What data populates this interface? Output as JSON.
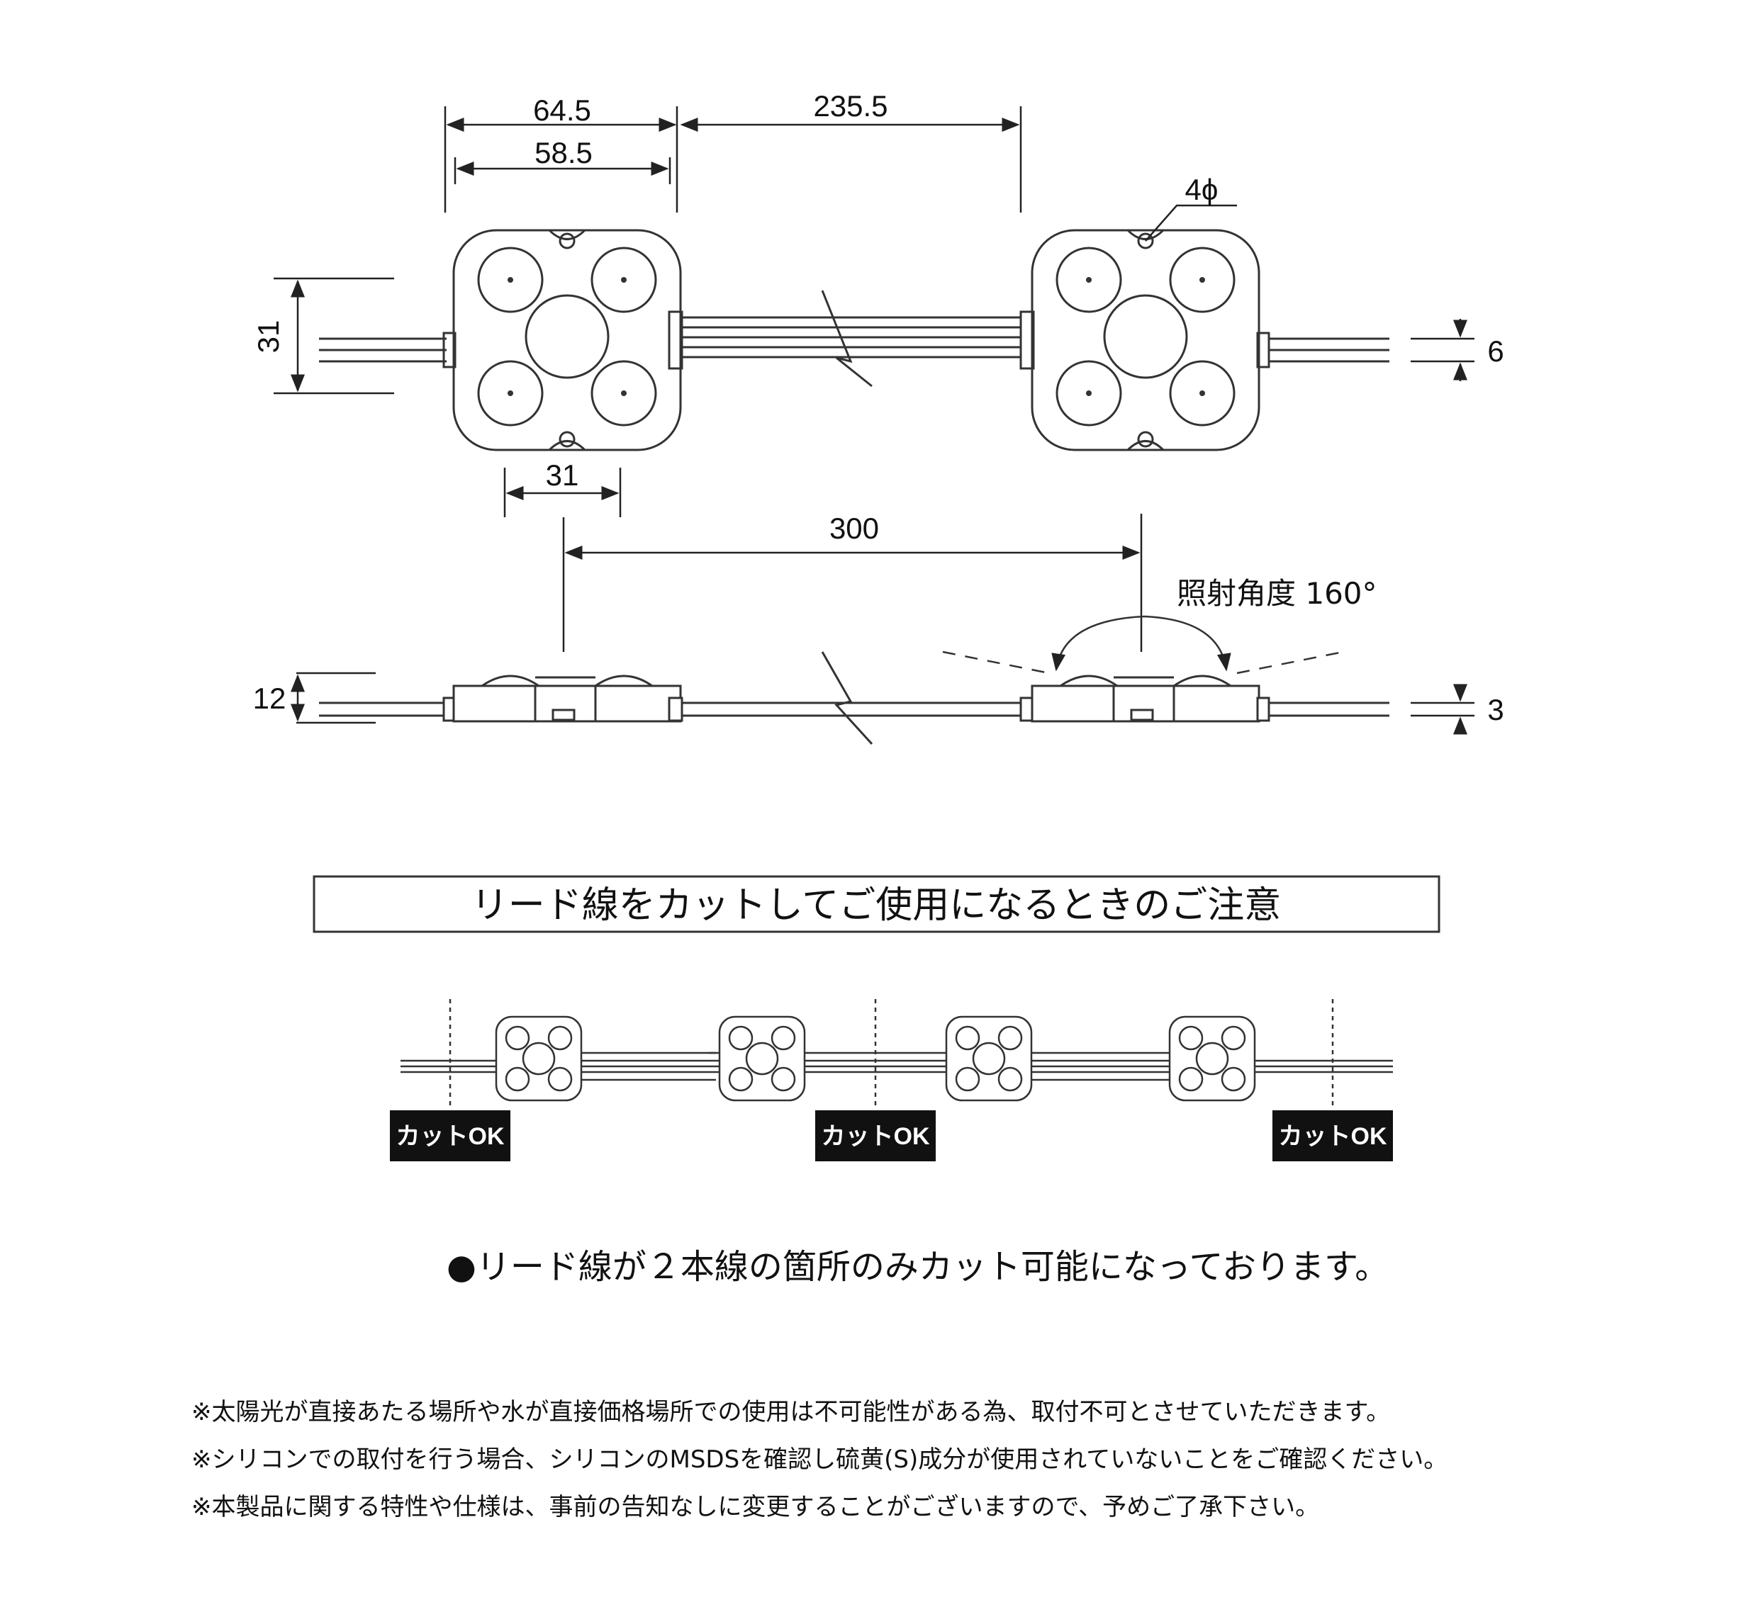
{
  "dimensions": {
    "module_width": "64.5",
    "body_width": "58.5",
    "pitch_upper": "235.5",
    "hole_dia": "4ϕ",
    "height_left": "31",
    "lens_spacing": "31",
    "wire_thickness": "6",
    "pitch": "300",
    "beam_angle": "照射角度 160°",
    "profile_height": "12",
    "cable_thickness": "3"
  },
  "caution": {
    "heading": "リード線をカットしてご使用になるときのご注意",
    "cut_label": "カットOK",
    "note": "●リード線が２本線の箇所のみカット可能になっております。"
  },
  "notes": [
    "※太陽光が直接あたる場所や水が直接価格場所での使用は不可能性がある為、取付不可とさせていただきます。",
    "※シリコンでの取付を行う場合、シリコンのMSDSを確認し硫黄(S)成分が使用されていないことをご確認ください。",
    "※本製品に関する特性や仕様は、事前の告知なしに変更することがございますので、予めご了承下さい。"
  ],
  "colors": {
    "line": "#333333",
    "label_bg": "#111111",
    "label_text": "#ffffff"
  }
}
